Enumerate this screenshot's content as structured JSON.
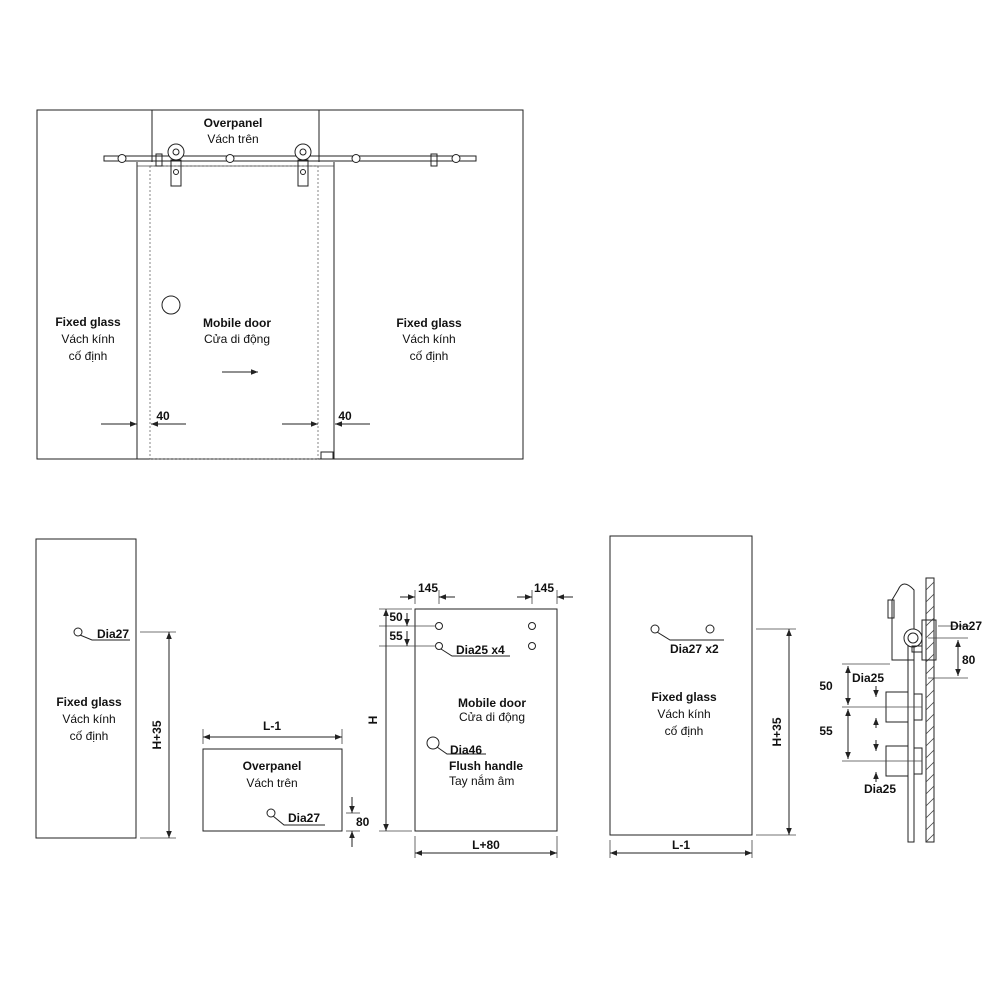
{
  "top_view": {
    "overpanel": {
      "title": "Overpanel",
      "subtitle": "Vách trên"
    },
    "fixed_left": {
      "title": "Fixed glass",
      "line1": "Vách kính",
      "line2": "cố định"
    },
    "mobile": {
      "title": "Mobile door",
      "subtitle": "Cửa di động"
    },
    "fixed_right": {
      "title": "Fixed glass",
      "line1": "Vách kính",
      "line2": "cố định"
    },
    "dim_left": "40",
    "dim_right": "40"
  },
  "panel_fixed_left": {
    "title": "Fixed glass",
    "line1": "Vách kính",
    "line2": "cố định",
    "hole": "Dia27",
    "height": "H+35"
  },
  "panel_overpanel": {
    "title": "Overpanel",
    "subtitle": "Vách trên",
    "width": "L-1",
    "hole": "Dia27",
    "hole_offset": "80"
  },
  "panel_mobile": {
    "title": "Mobile door",
    "subtitle": "Cửa di động",
    "top_left": "145",
    "top_right": "145",
    "v1": "50",
    "v2": "55",
    "height": "H",
    "holes": "Dia25 x4",
    "handle_dia": "Dia46",
    "handle_title": "Flush handle",
    "handle_sub": "Tay nắm âm",
    "width": "L+80"
  },
  "panel_fixed_right": {
    "title": "Fixed glass",
    "line1": "Vách kính",
    "line2": "cố định",
    "holes": "Dia27 x2",
    "height": "H+35",
    "width": "L-1"
  },
  "side_detail": {
    "dia27": "Dia27",
    "d80": "80",
    "d50": "50",
    "dia25_top": "Dia25",
    "d55": "55",
    "dia25_bottom": "Dia25"
  }
}
